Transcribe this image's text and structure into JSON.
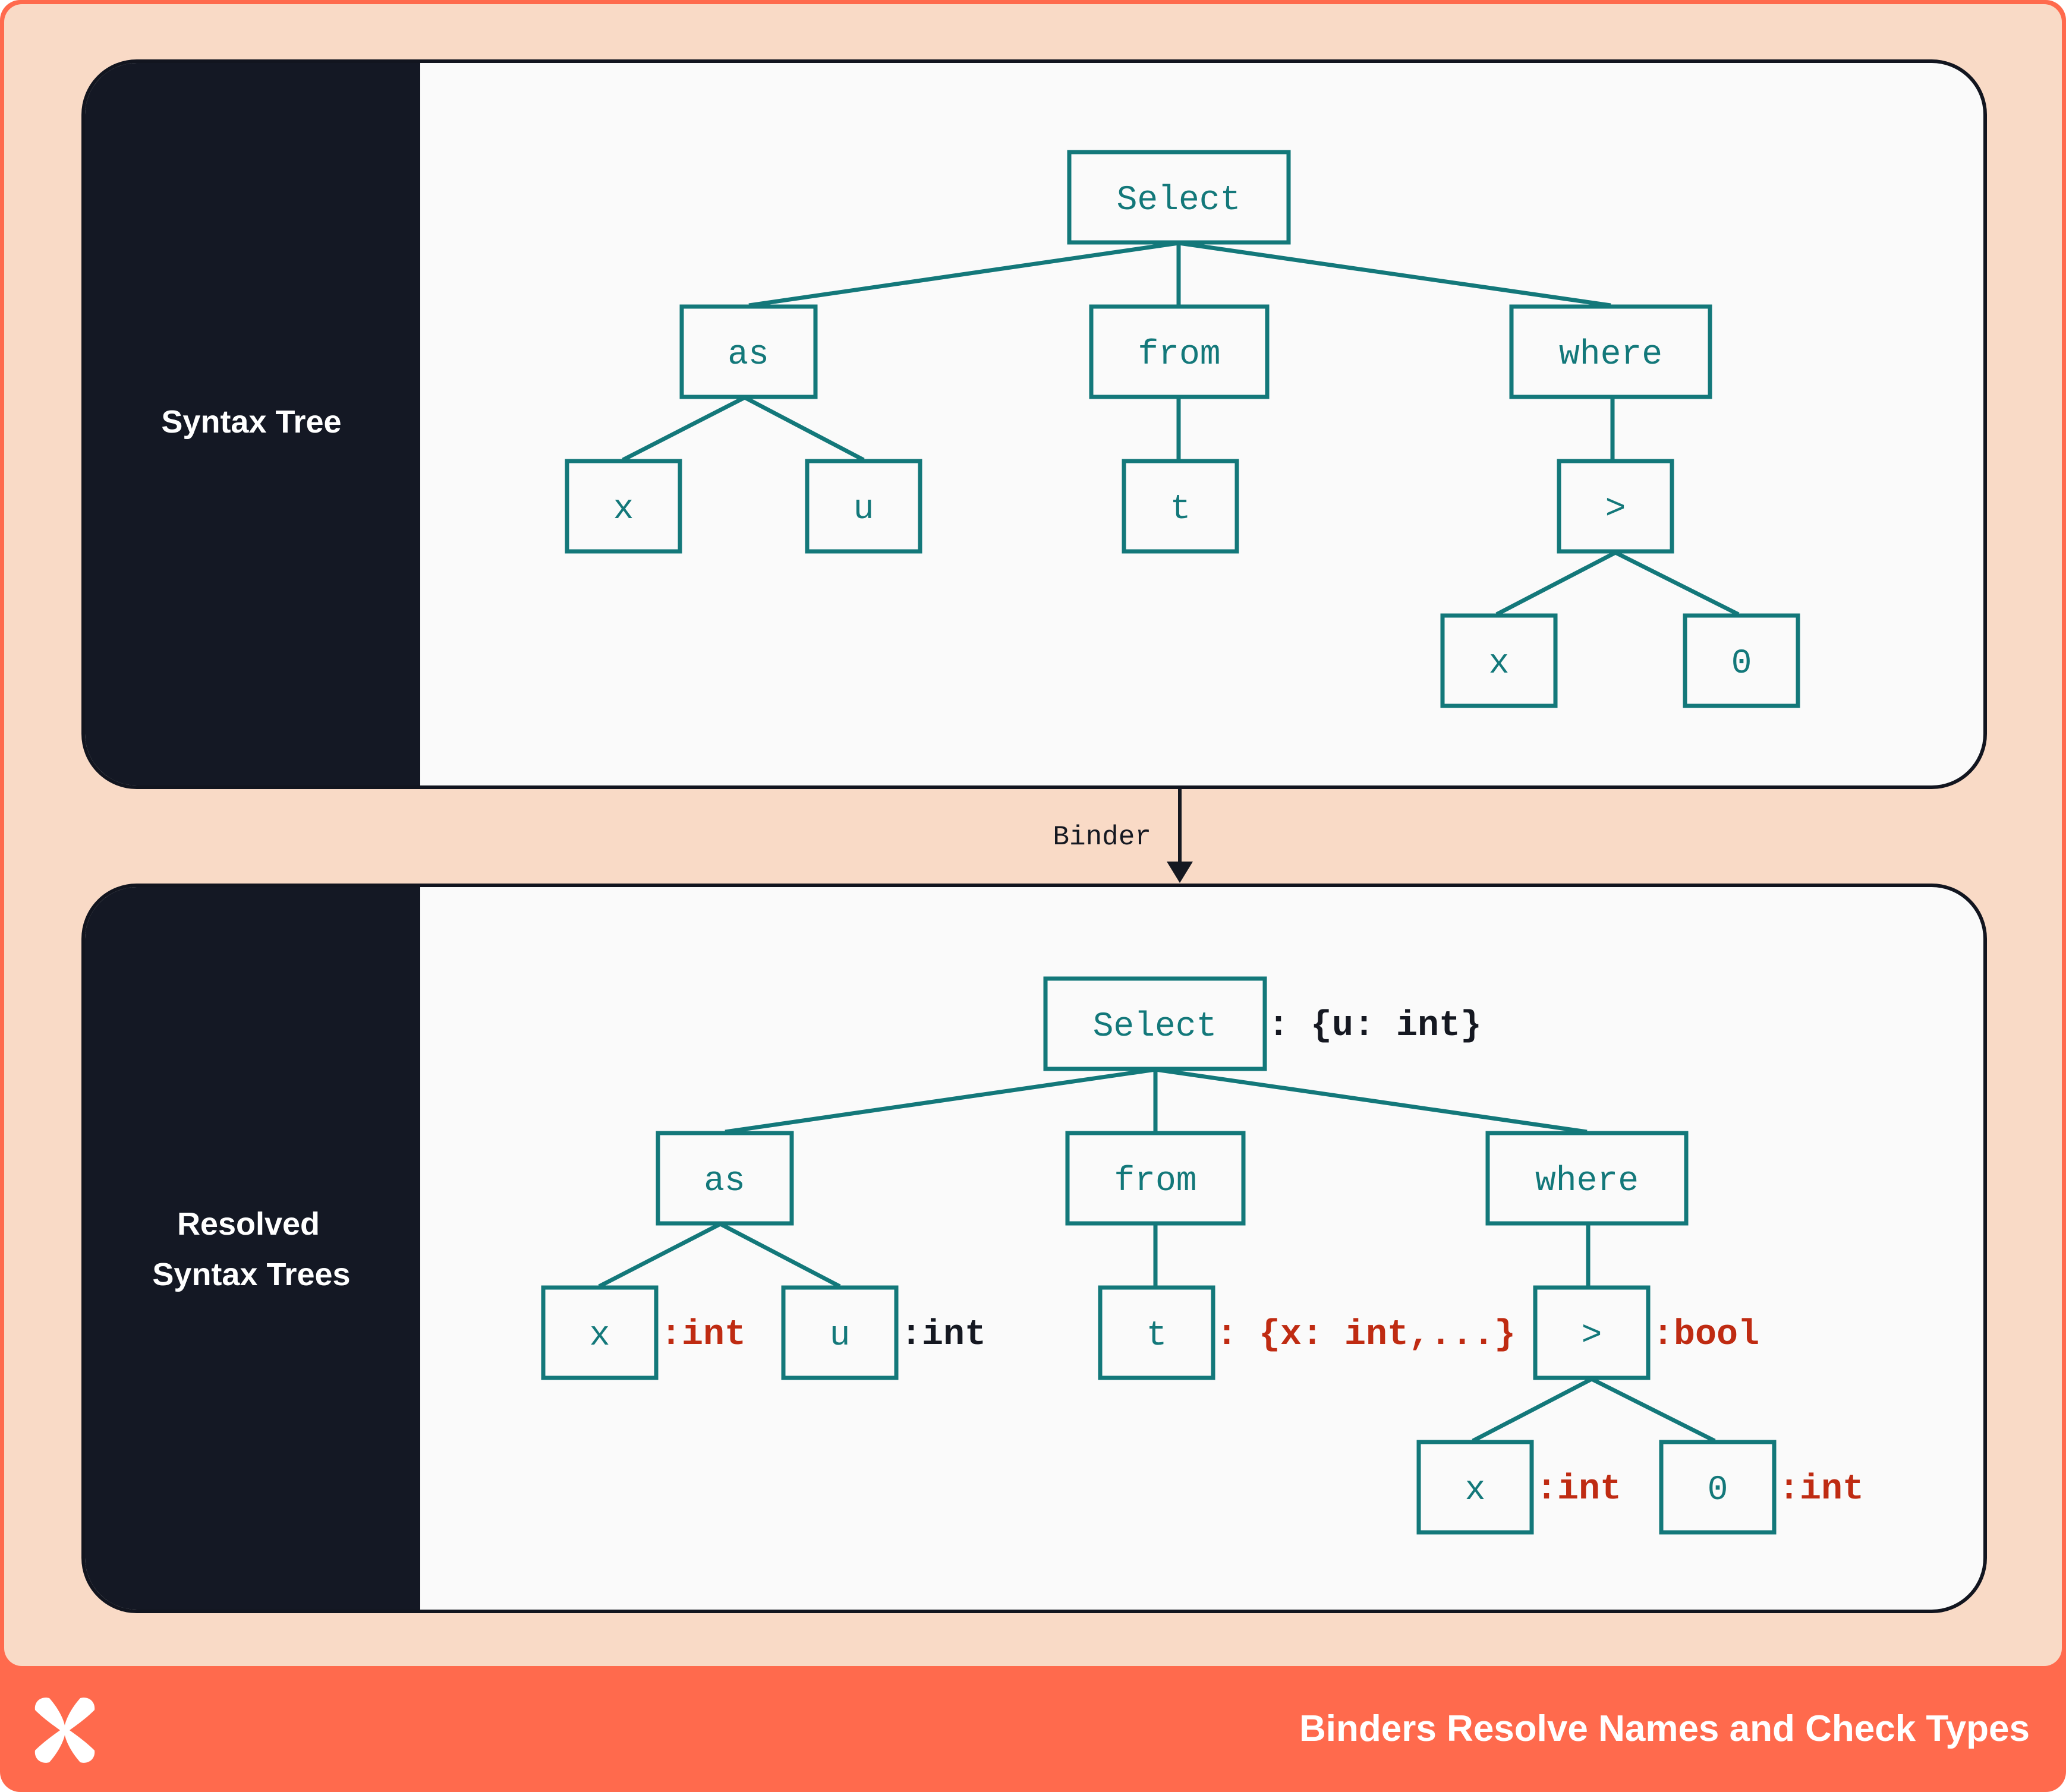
{
  "colors": {
    "frame": "#FF6A4D",
    "background": "#F9DAC6",
    "panel": "#FAFAFA",
    "sidebar": "#141824",
    "node": "#13787A",
    "type_highlight": "#BF2B12",
    "type_plain": "#151821"
  },
  "panels": [
    {
      "title_lines": [
        "Syntax Tree"
      ],
      "nodes": {
        "select": "Select",
        "as": "as",
        "from": "from",
        "where": "where",
        "x": "x",
        "u": "u",
        "t": "t",
        "gt": ">",
        "x2": "x",
        "zero": "0"
      }
    },
    {
      "title_lines": [
        "Resolved",
        "Syntax Trees"
      ],
      "nodes": {
        "select": "Select",
        "as": "as",
        "from": "from",
        "where": "where",
        "x": "x",
        "u": "u",
        "t": "t",
        "gt": ">",
        "x2": "x",
        "zero": "0"
      },
      "types": {
        "select": ": {u: int}",
        "x": ":int",
        "u": ":int",
        "t": ": {x: int,...}",
        "gt": ":bool",
        "x2": ":int",
        "zero": ":int"
      },
      "highlighted_types": [
        "x",
        "t",
        "gt",
        "x2",
        "zero"
      ]
    }
  ],
  "arrow_label": "Binder",
  "footer": {
    "logo": "x-logo-icon",
    "title": "Binders Resolve Names and Check Types"
  }
}
